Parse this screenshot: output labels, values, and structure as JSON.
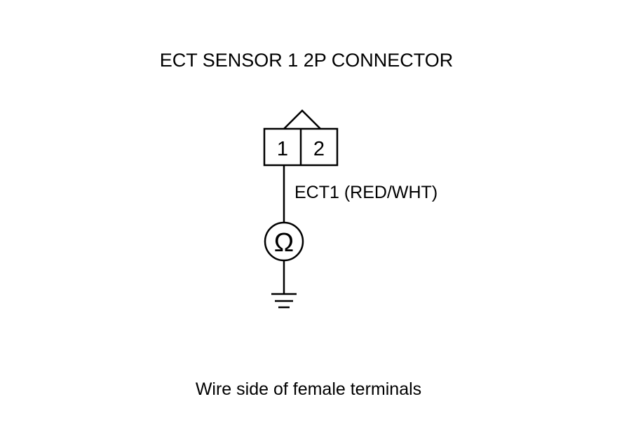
{
  "diagram": {
    "title": "ECT SENSOR 1 2P CONNECTOR",
    "connector": {
      "terminals": [
        "1",
        "2"
      ]
    },
    "wire_label": "ECT1 (RED/WHT)",
    "meter_symbol": "Ω",
    "meter_icon": "ohmmeter-icon",
    "ground_icon": "ground-icon",
    "caption": "Wire side of female terminals",
    "line_color": "#000000",
    "background_color": "#ffffff"
  }
}
